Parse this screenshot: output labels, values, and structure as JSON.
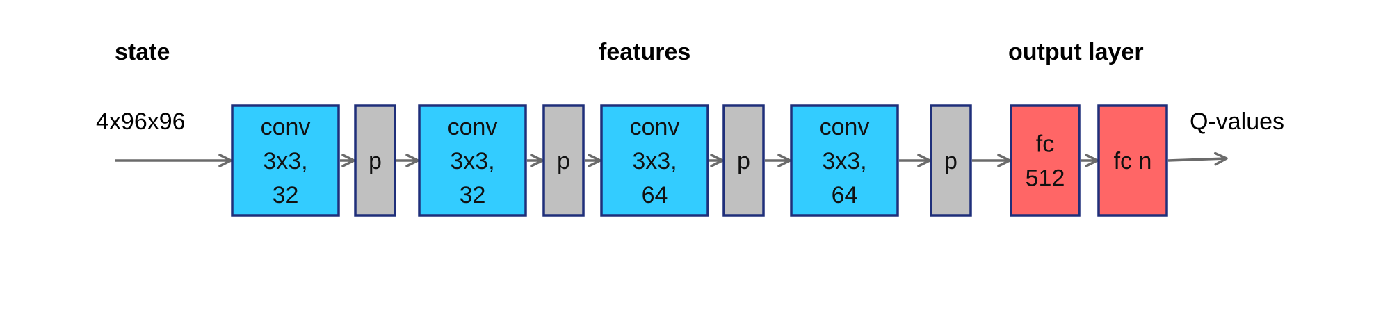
{
  "headings": {
    "state": "state",
    "features": "features",
    "output": "output layer"
  },
  "io": {
    "input": "4x96x96",
    "output": "Q-values"
  },
  "colors": {
    "conv": "#33ccff",
    "pool": "#c0c0c0",
    "fc": "#ff6666",
    "border": "#1f2f7a",
    "arrow": "#6b6b6b"
  },
  "blocks": [
    {
      "kind": "conv",
      "lines": [
        "conv",
        "3x3,",
        "32"
      ]
    },
    {
      "kind": "pool",
      "lines": [
        "p"
      ]
    },
    {
      "kind": "conv",
      "lines": [
        "conv",
        "3x3,",
        "32"
      ]
    },
    {
      "kind": "pool",
      "lines": [
        "p"
      ]
    },
    {
      "kind": "conv",
      "lines": [
        "conv",
        "3x3,",
        "64"
      ]
    },
    {
      "kind": "pool",
      "lines": [
        "p"
      ]
    },
    {
      "kind": "conv",
      "lines": [
        "conv",
        "3x3,",
        "64"
      ]
    },
    {
      "kind": "pool",
      "lines": [
        "p"
      ]
    },
    {
      "kind": "fc",
      "lines": [
        "fc",
        "512"
      ]
    },
    {
      "kind": "fc",
      "lines": [
        "fc n"
      ]
    }
  ]
}
